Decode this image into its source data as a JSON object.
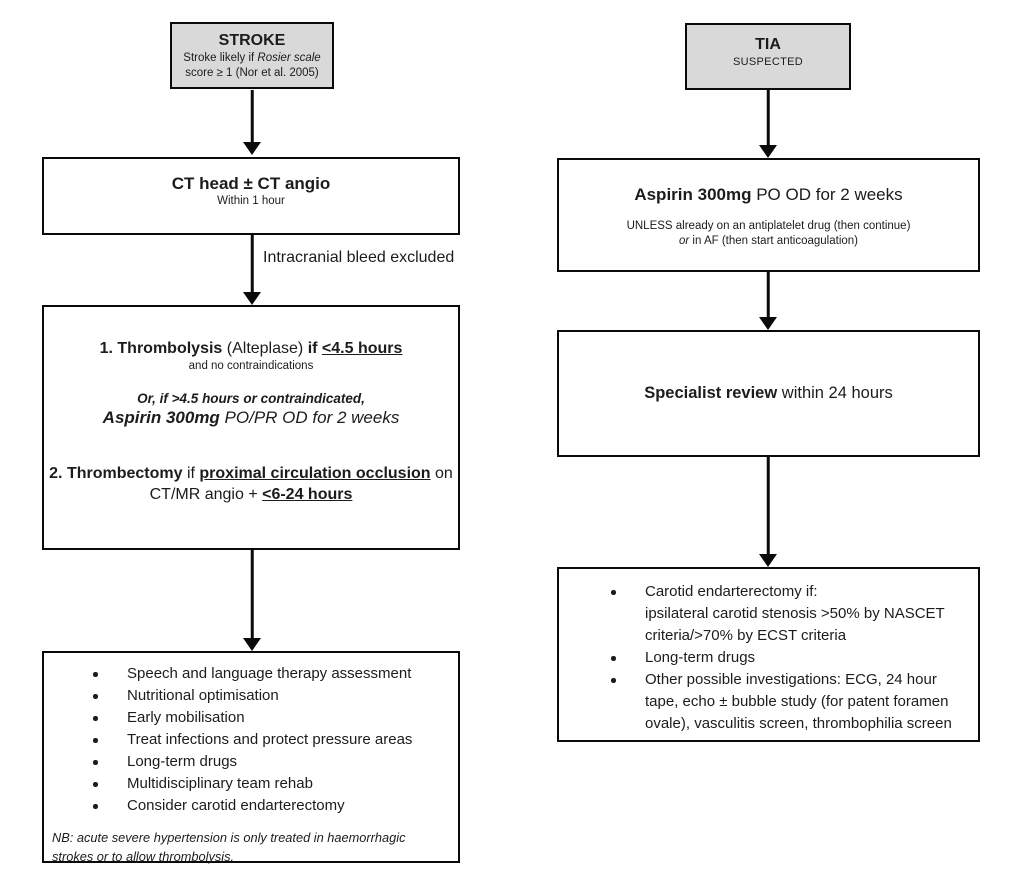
{
  "colors": {
    "header_fill": "#d9d9d9",
    "border": "#0a0a0a",
    "background": "#ffffff",
    "text": "#1c1c1c"
  },
  "stroke": {
    "header": {
      "title": "STROKE",
      "sub1_pre": "Stroke likely if ",
      "sub1_italic": "Rosier scale",
      "sub2": "score ≥ 1 (Nor et al. 2005)"
    },
    "ct": {
      "title": "CT head ± CT angio",
      "sub": "Within 1 hour"
    },
    "bleed_label": "Intracranial bleed excluded",
    "treatment": {
      "l1_bold1": "1. Thrombolysis",
      "l1_reg1": " (Alteplase) ",
      "l1_bold2": "if ",
      "l1_underline": "<4.5 hours",
      "l2": "and no contraindications",
      "l3": "Or, if >4.5 hours or contraindicated,",
      "l4_bold": "Aspirin 300mg",
      "l4_reg": " PO/PR OD for 2 weeks",
      "l5_bold": "2. Thrombectomy",
      "l5_reg1": " if ",
      "l5_underline": "proximal circulation occlusion",
      "l5_reg2": " on",
      "l6_reg": "CT/MR angio + ",
      "l6_underline": "<6-24 hours"
    },
    "care": {
      "bullets": [
        "Speech and language therapy assessment",
        "Nutritional optimisation",
        "Early mobilisation",
        "Treat infections and protect pressure areas",
        "Long-term drugs",
        "Multidisciplinary team rehab",
        "Consider carotid endarterectomy"
      ],
      "note": "NB: acute severe hypertension is only treated in haemorrhagic strokes or to allow thrombolysis."
    }
  },
  "tia": {
    "header": {
      "title": "TIA",
      "sub": "SUSPECTED"
    },
    "aspirin": {
      "title_bold": "Aspirin 300mg",
      "title_reg": " PO OD for 2 weeks",
      "sub1": "UNLESS already on an antiplatelet drug (then continue)",
      "sub2_italic": "or",
      "sub2_reg": " in AF (then start anticoagulation)"
    },
    "review": {
      "bold": "Specialist review",
      "reg": " within 24 hours"
    },
    "followup": {
      "bullet1_line1": "Carotid endarterectomy if:",
      "bullet1_line2": "ipsilateral carotid stenosis >50% by NASCET criteria/>70% by ECST criteria",
      "bullet2": "Long-term drugs",
      "bullet3": "Other possible investigations: ECG, 24 hour tape, echo ± bubble study (for patent foramen ovale), vasculitis screen, thrombophilia screen"
    }
  }
}
